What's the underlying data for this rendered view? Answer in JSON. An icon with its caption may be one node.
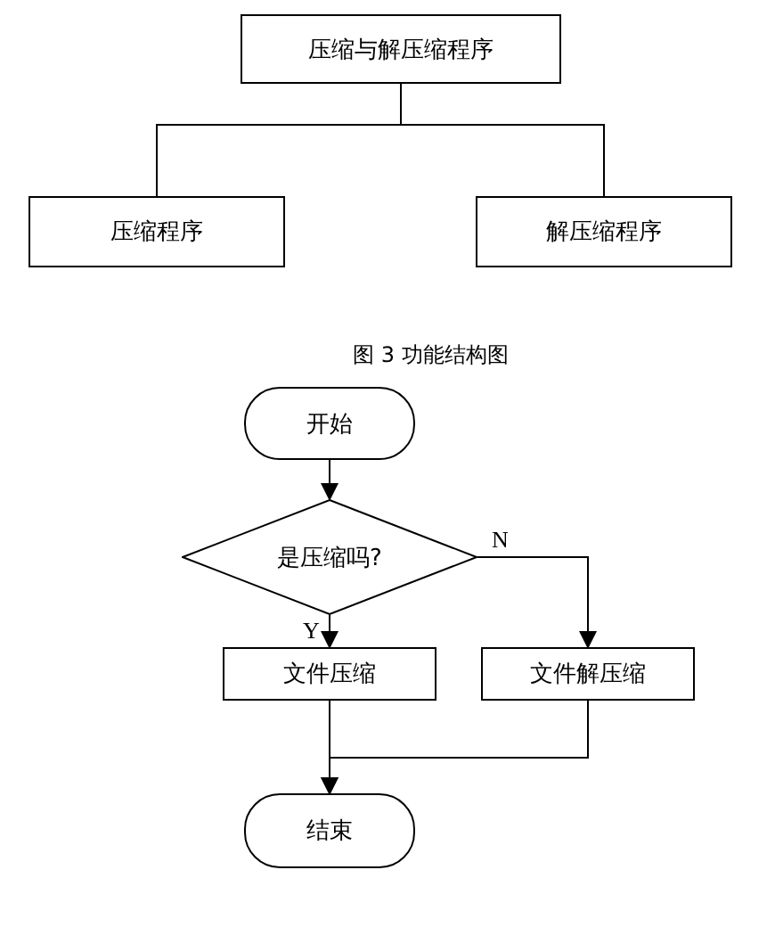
{
  "diagram": {
    "nodes": [
      {
        "text": [
          "压缩与解压缩程序"
        ]
      },
      {
        "text": [
          "压缩程序"
        ]
      },
      {
        "text": [
          "解压缩程序"
        ]
      },
      {
        "text": [
          "开始"
        ]
      },
      {
        "text": [
          "是压缩吗?"
        ]
      },
      {
        "text": [
          "文件压缩"
        ]
      },
      {
        "text": [
          "文件解压缩"
        ]
      },
      {
        "text": [
          "结束"
        ]
      }
    ],
    "edges": [
      {
        "from": 0,
        "to": 1,
        "arrow": "none"
      },
      {
        "from": 0,
        "to": 2,
        "arrow": "none"
      },
      {
        "from": 3,
        "to": 4,
        "arrow": "to"
      },
      {
        "from": 4,
        "to": 5,
        "arrow": "to",
        "label": "Y"
      },
      {
        "from": 4,
        "to": 6,
        "arrow": "to",
        "label": "N"
      },
      {
        "from": 5,
        "to": 7,
        "arrow": "to"
      },
      {
        "from": 6,
        "to": 7,
        "arrow": "to"
      }
    ],
    "labels": [
      "图 3 功能结构图"
    ]
  }
}
